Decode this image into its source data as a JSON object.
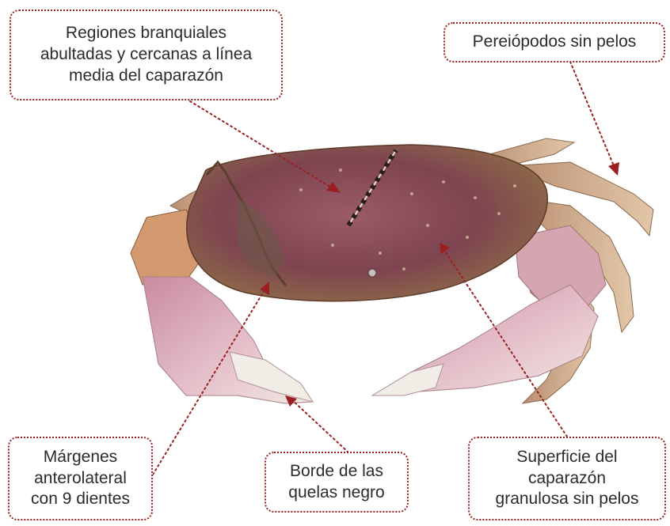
{
  "labels": {
    "branquiales": "Regiones branquiales\nabultadas y cercanas a línea\nmedia del caparazón",
    "pereiopodos": "Pereiópodos sin pelos",
    "margenes": "Márgenes\nanterolateral\ncon 9 dientes",
    "quelas": "Borde de las\nquelas negro",
    "superficie": "Superficie del\ncaparazón\ngranulosa sin pelos"
  },
  "colors": {
    "callout_border": "#9a1f1f",
    "leader_line": "#9a1f1f",
    "carapace": "#8a4a55",
    "claw": "#d8aab5",
    "leg": "#c9a27c"
  }
}
